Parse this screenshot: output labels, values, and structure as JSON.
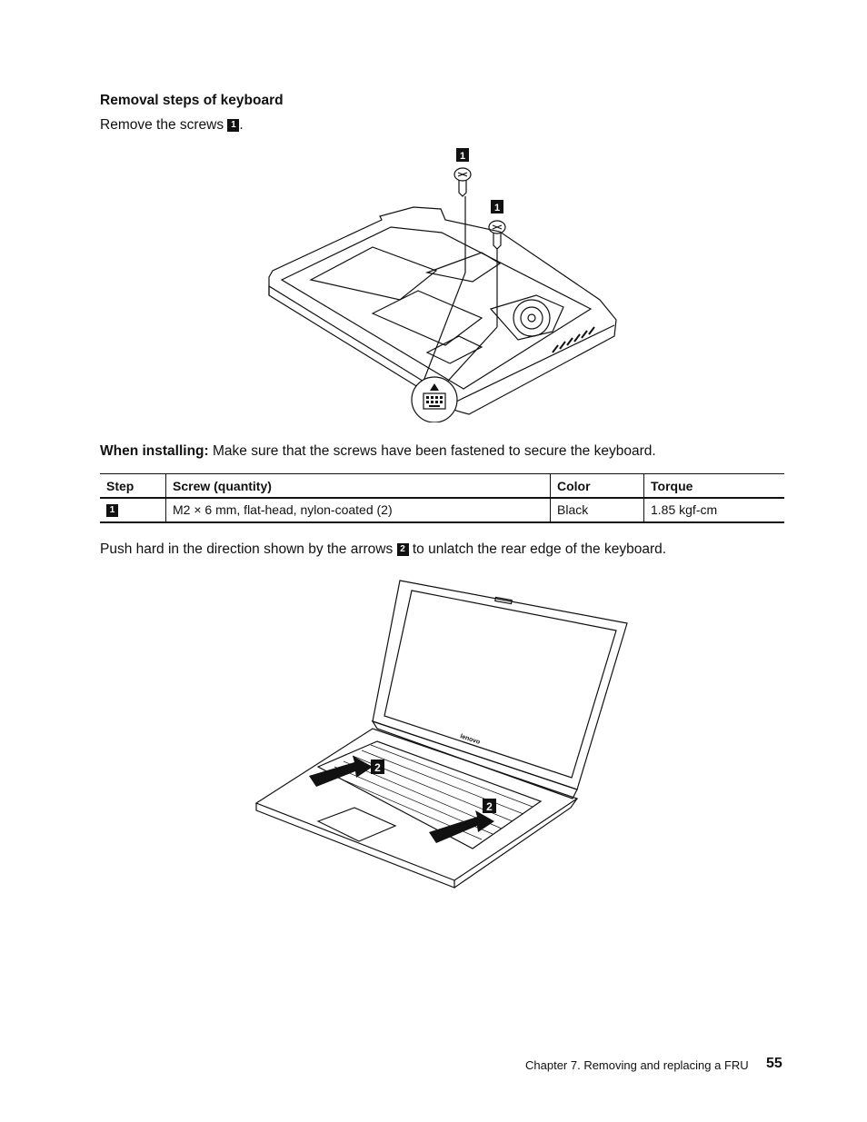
{
  "section": {
    "heading": "Removal steps of keyboard",
    "intro_text": "Remove the screws",
    "intro_badge": "1",
    "intro_end": "."
  },
  "figure1": {
    "callouts": [
      "1",
      "1"
    ],
    "icon": "keyboard-icon"
  },
  "installing": {
    "label": "When installing:",
    "text": "Make sure that the screws have been fastened to secure the keyboard."
  },
  "table": {
    "headers": [
      "Step",
      "Screw (quantity)",
      "Color",
      "Torque"
    ],
    "rows": [
      {
        "step": "1",
        "screw": "M2 × 6 mm, flat-head, nylon-coated (2)",
        "color": "Black",
        "torque": "1.85 kgf-cm"
      }
    ]
  },
  "push": {
    "text_before": "Push hard in the direction shown by the arrows",
    "badge": "2",
    "text_after": "to unlatch the rear edge of the keyboard."
  },
  "figure2": {
    "callouts": [
      "2",
      "2"
    ],
    "logo": "lenovo"
  },
  "footer": {
    "chapter": "Chapter 7. Removing and replacing a FRU",
    "page_number": "55"
  }
}
